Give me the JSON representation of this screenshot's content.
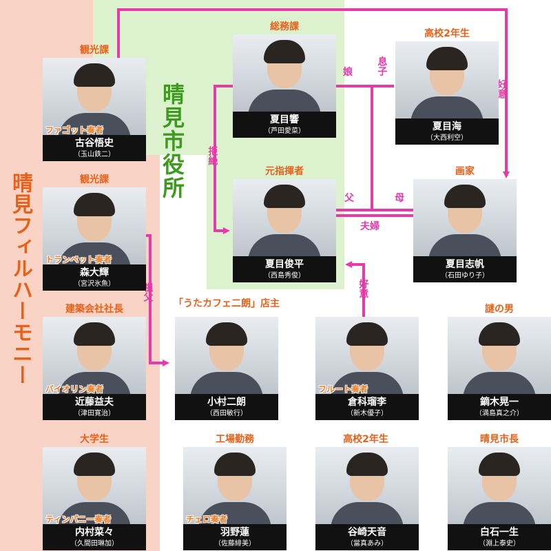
{
  "groups": {
    "philharmonie": "晴見フィルハーモニー",
    "city_hall": "晴見市役所"
  },
  "people": {
    "furuya": {
      "role": "観光課",
      "instrument": "ファゴット奏者",
      "name": "古谷悟史",
      "actor": "（玉山鉄二）"
    },
    "mori": {
      "role": "観光課",
      "instrument": "トランペット奏者",
      "name": "森大輝",
      "actor": "（宮沢氷魚）"
    },
    "kondo": {
      "role": "建築会社社長",
      "instrument": "バイオリン奏者",
      "name": "近藤益夫",
      "actor": "（津田寛治）"
    },
    "uchimura": {
      "role": "大学生",
      "instrument": "ティンパニー奏者",
      "name": "内村菜々",
      "actor": "（久間田琳加）"
    },
    "hibiki": {
      "role": "総務課",
      "name": "夏目響",
      "actor": "（芦田愛菜）"
    },
    "kai": {
      "role": "高校2年生",
      "name": "夏目海",
      "actor": "（大西利空）"
    },
    "shunpei": {
      "role": "元指揮者",
      "name": "夏目俊平",
      "actor": "（西島秀俊）"
    },
    "shiho": {
      "role": "画家",
      "name": "夏目志帆",
      "actor": "（石田ゆり子）"
    },
    "komura": {
      "role": "「うたカフェ二朗」店主",
      "name": "小村二朗",
      "actor": "（西田敏行）"
    },
    "kurashina": {
      "role": "",
      "instrument": "フルート奏者",
      "name": "倉科瑠李",
      "actor": "（新木優子）"
    },
    "kaburagi": {
      "role": "謎の男",
      "name": "鏑木晃一",
      "actor": "（満島真之介）"
    },
    "hano": {
      "role": "工場勤務",
      "instrument": "チェロ奏者",
      "name": "羽野蓮",
      "actor": "（佐藤緋美）"
    },
    "tanizaki": {
      "role": "高校2年生",
      "name": "谷崎天音",
      "actor": "（當真あみ）"
    },
    "shiraishi": {
      "role": "晴見市長",
      "name": "白石一生",
      "actor": "（淵上泰史）"
    }
  },
  "relations": {
    "daughter": "娘",
    "son": "息子",
    "rejection": "拒絶",
    "father": "父",
    "mother": "母",
    "couple": "夫婦",
    "affection_top": "好意",
    "affection_mid": "好意",
    "grandfather": "祖父"
  },
  "colors": {
    "phil_bg": "#f9d3c5",
    "city_bg": "#dcf2cf",
    "line": "#e53aa8",
    "role_text": "#e8611a",
    "city_text": "#3d9a1f"
  }
}
